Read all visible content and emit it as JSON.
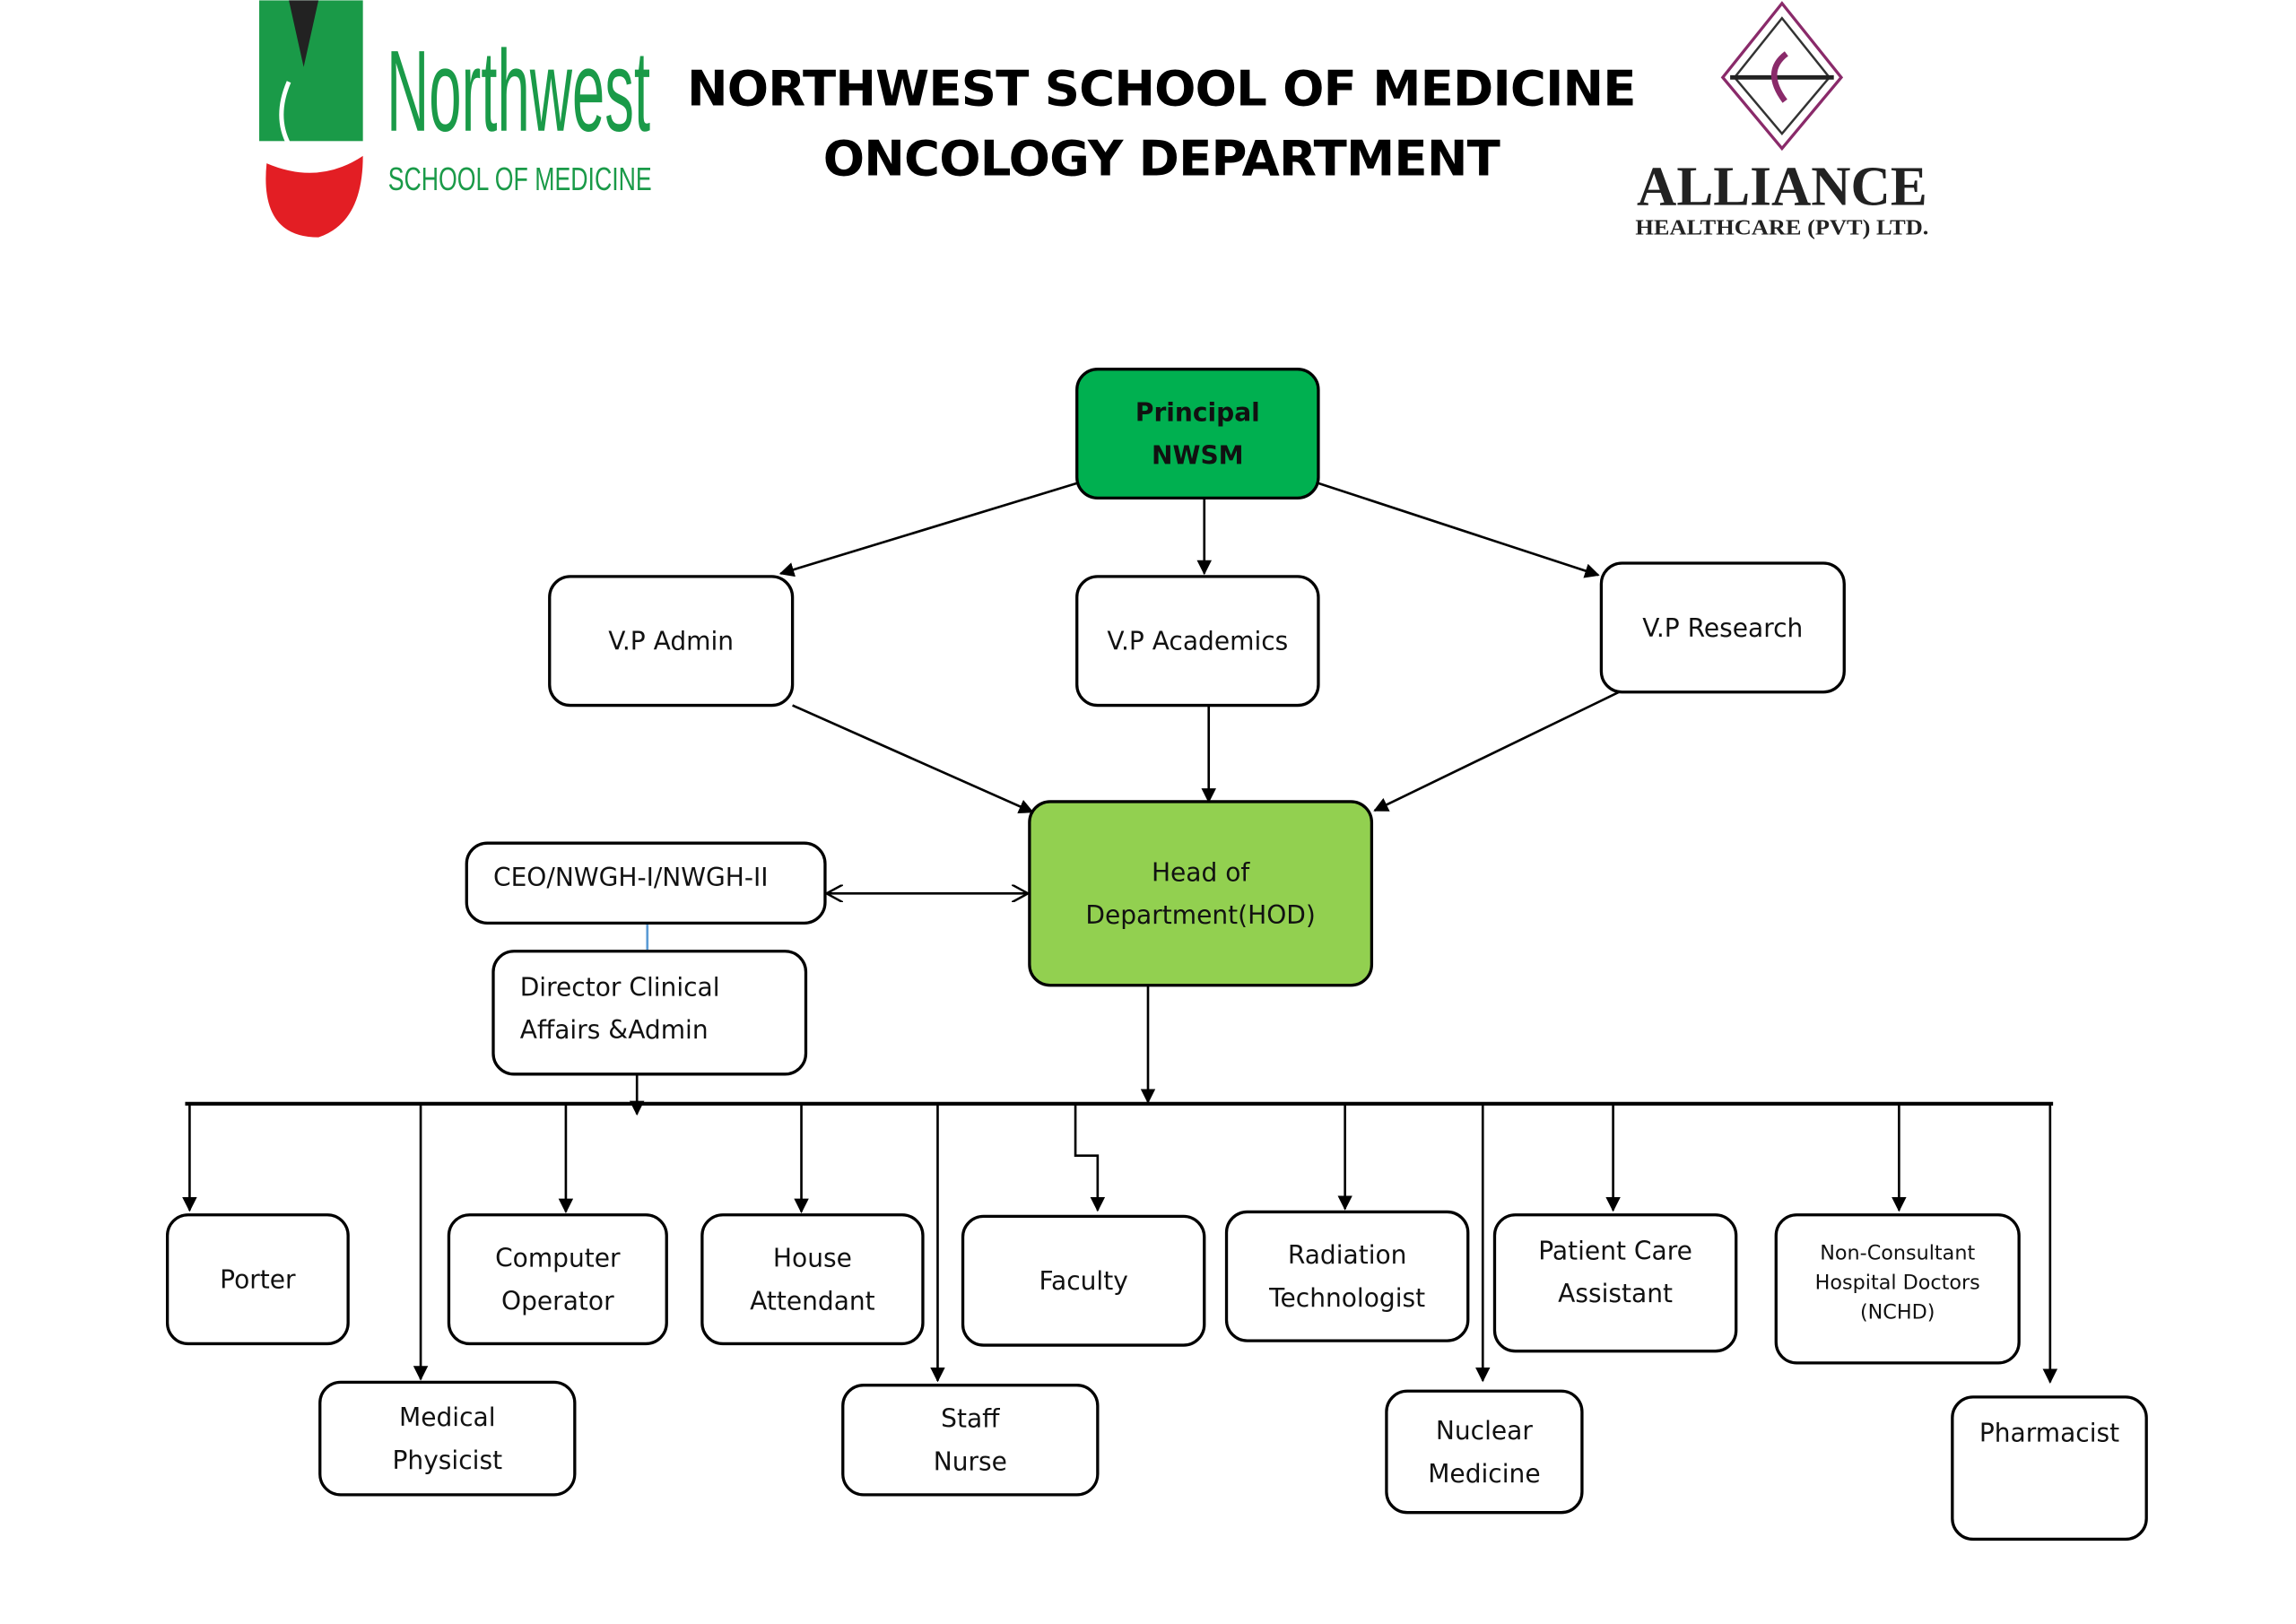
{
  "header": {
    "title_line1": "NORTHWEST SCHOOL OF MEDICINE",
    "title_line2": "ONCOLOGY DEPARTMENT",
    "left_logo": {
      "name": "Northwest",
      "subtitle": "SCHOOL OF MEDICINE",
      "color": "#1a9a48"
    },
    "right_logo": {
      "name": "ALLIANCE",
      "subtitle": "HEALTHCARE (PVT) LTD.",
      "color": "#8a2a6a"
    }
  },
  "colors": {
    "principal_fill": "#00b050",
    "hod_fill": "#92d050",
    "connector_blue": "#5b9bd5"
  },
  "nodes": {
    "principal": [
      "Principal",
      "NWSM"
    ],
    "vp_admin": [
      "V.P Admin"
    ],
    "vp_academics": [
      "V.P Academics"
    ],
    "vp_research": [
      "V.P Research"
    ],
    "hod": [
      "Head of",
      "Department(HOD)"
    ],
    "ceo": [
      "CEO/NWGH-I/NWGH-II"
    ],
    "director": [
      "Director Clinical",
      "Affairs &Admin"
    ],
    "porter": [
      "Porter"
    ],
    "computer_operator": [
      "Computer",
      "Operator"
    ],
    "house_attendant": [
      "House",
      "Attendant"
    ],
    "faculty": [
      "Faculty"
    ],
    "radiation_technologist": [
      "Radiation",
      "Technologist"
    ],
    "patient_care_assistant": [
      "Patient Care",
      "Assistant"
    ],
    "nchd": [
      "Non-Consultant",
      "Hospital Doctors",
      "(NCHD)"
    ],
    "medical_physicist": [
      "Medical",
      "Physicist"
    ],
    "staff_nurse": [
      "Staff",
      "Nurse"
    ],
    "nuclear_medicine": [
      "Nuclear",
      "Medicine"
    ],
    "pharmacist": [
      "Pharmacist"
    ]
  }
}
